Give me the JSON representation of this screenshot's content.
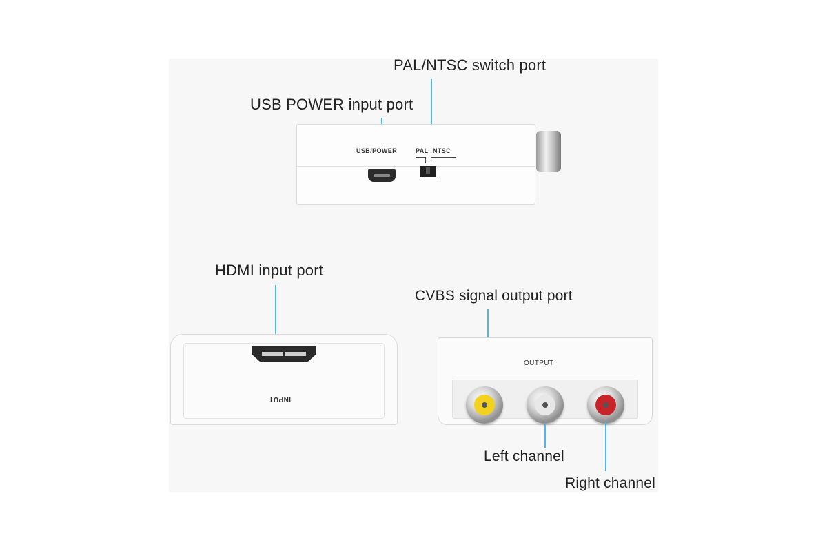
{
  "callouts": {
    "pal_ntsc": "PAL/NTSC switch port",
    "usb_power": "USB POWER input port",
    "hdmi_input": "HDMI  input port",
    "cvbs_output": "CVBS signal output port",
    "left_channel": "Left channel",
    "right_channel": "Right channel"
  },
  "device_print": {
    "usb_power": "USB/POWER",
    "pal": "PAL",
    "ntsc": "NTSC",
    "input": "INPUT",
    "output": "OUTPUT"
  },
  "colors": {
    "leader_line": "#4fb6e6",
    "rca_video": "#f2d21e",
    "rca_left": "#e8e8e8",
    "rca_right": "#c8242a"
  }
}
